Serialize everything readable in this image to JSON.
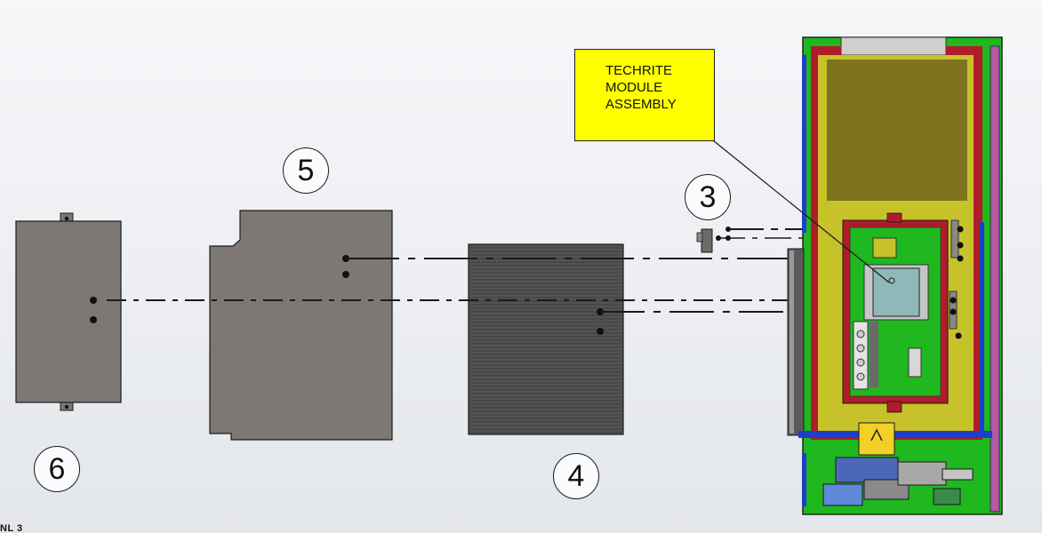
{
  "callouts": [
    {
      "id": "6",
      "label": "6",
      "points_to": "cover-plate-6"
    },
    {
      "id": "5",
      "label": "5",
      "points_to": "panel-5"
    },
    {
      "id": "4",
      "label": "4",
      "points_to": "grille-panel-4"
    },
    {
      "id": "3",
      "label": "3",
      "points_to": "bracket-3"
    }
  ],
  "note": {
    "lines": [
      "TECHRITE",
      "MODULE",
      "ASSEMBLY"
    ],
    "background": "#ffff00"
  },
  "caption_fragment": "NL 3",
  "colors": {
    "part_gray": "#7d7874",
    "grille_gray": "#535353",
    "cabinet_green": "#1fb81f",
    "cabinet_yellow": "#c8c22a",
    "cabinet_olive": "#7e7420",
    "frame_red": "#b01c2a",
    "accent_blue": "#1e3fc8",
    "accent_purple": "#b05aa8"
  }
}
